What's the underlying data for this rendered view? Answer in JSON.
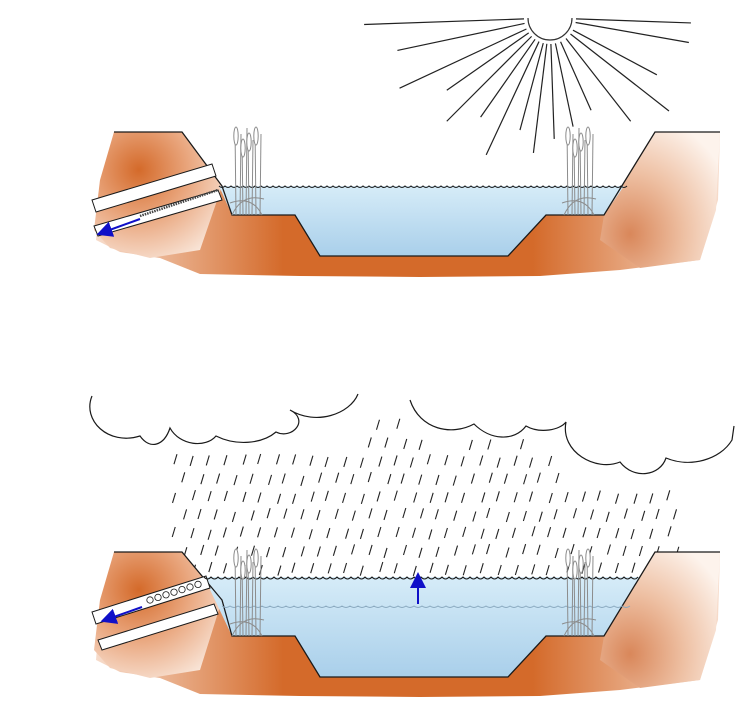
{
  "colors": {
    "soil_dark": "#d46a2a",
    "soil_light": "#f7dccb",
    "water_top": "#d6ecf8",
    "water_bottom": "#a9cfea",
    "outline": "#1a1a1a",
    "arrow": "#1010c8",
    "reeds": "#8c8c8c",
    "sun_outline": "#333333",
    "rain": "#222222"
  },
  "panels": [
    {
      "id": "dry",
      "weather": "sun",
      "water_level": "normal",
      "outflow": "seepage"
    },
    {
      "id": "wet",
      "weather": "rain",
      "water_level": "raised",
      "outflow": "overflow-pipe"
    }
  ],
  "icons": [
    "sun-icon",
    "cloud-icon",
    "rain-icon",
    "reeds-icon",
    "water-rise-arrow-icon",
    "outflow-arrow-icon"
  ]
}
